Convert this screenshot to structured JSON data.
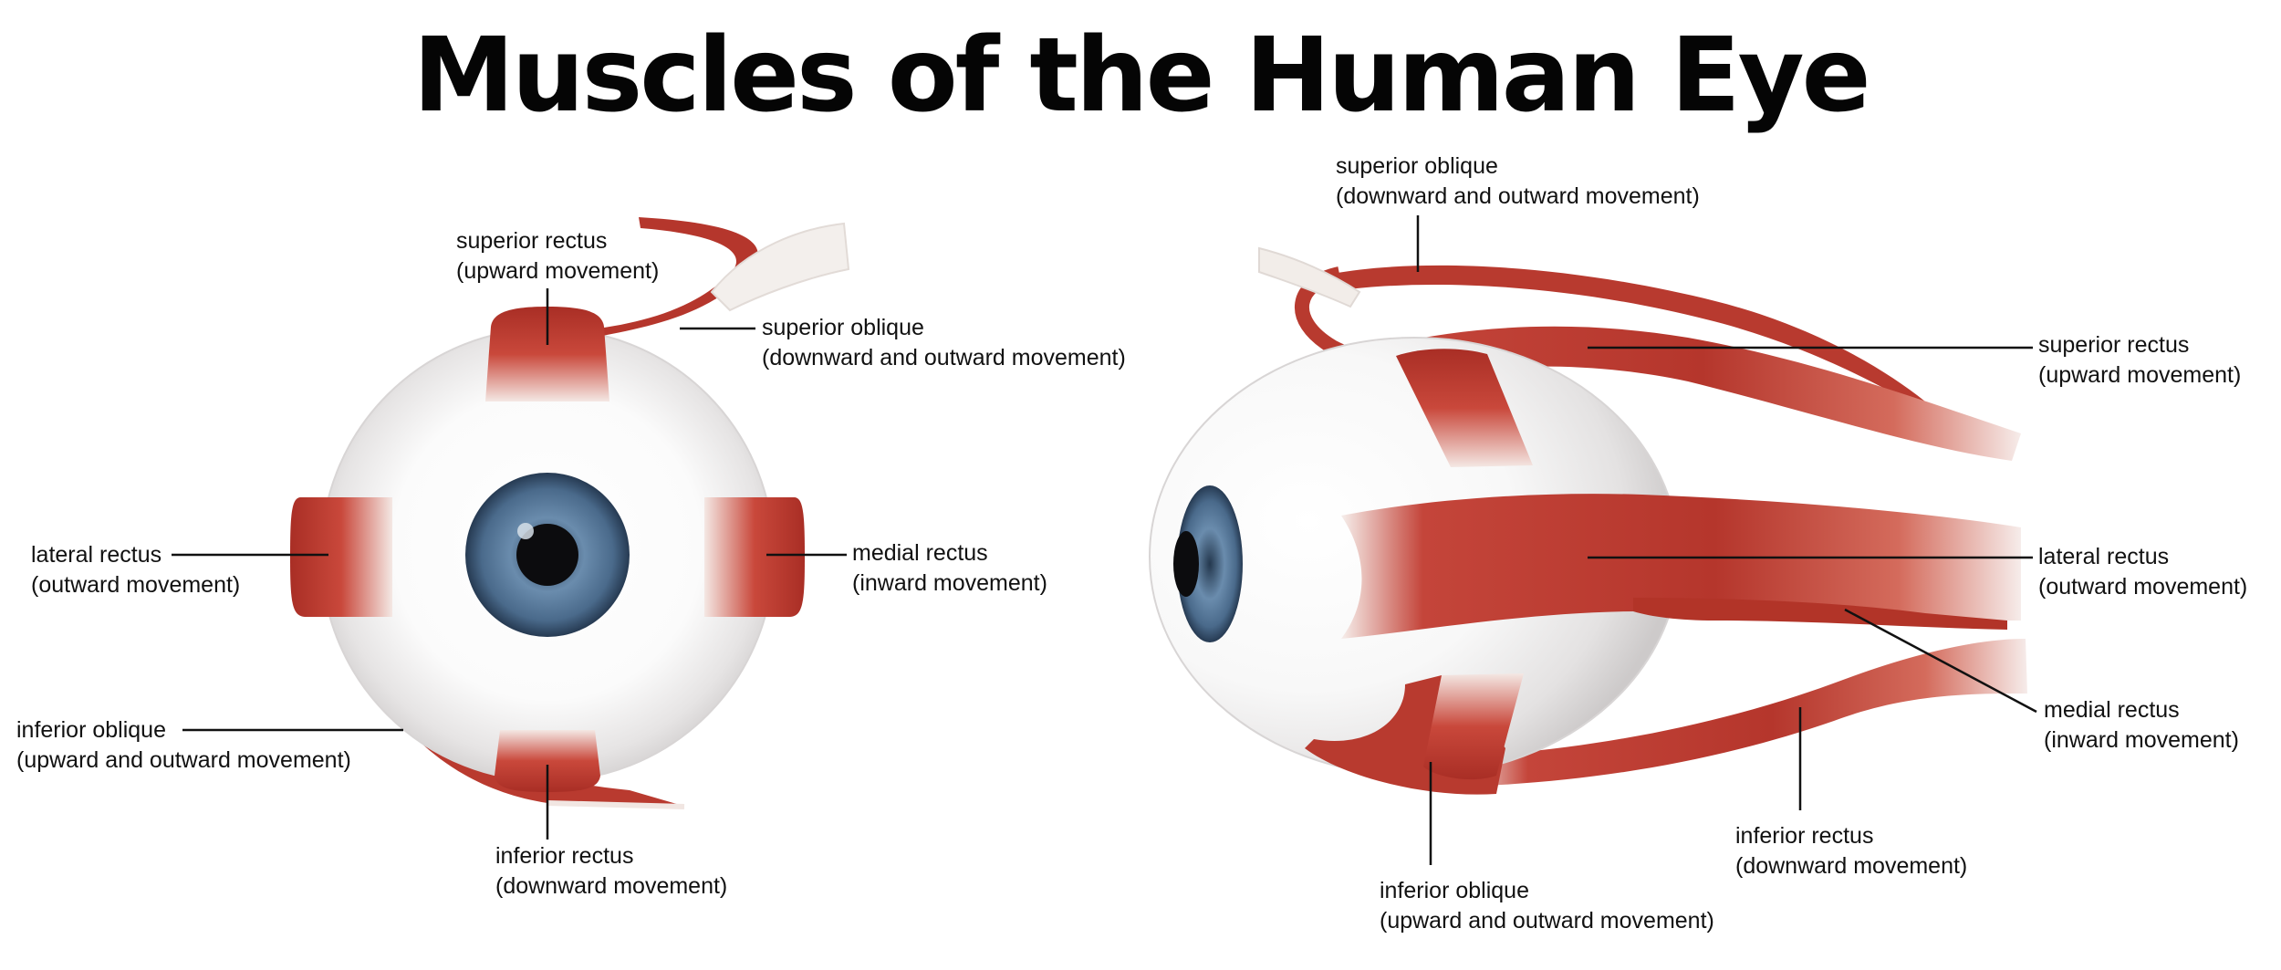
{
  "title": "Muscles of the Human Eye",
  "colors": {
    "muscle": "#b8372d",
    "muscle_light": "#d97a66",
    "tendon": "#f1ece8",
    "sclera": "#ececec",
    "iris": "#4e6e8e",
    "pupil": "#0c0c0e",
    "leader_line": "#111111"
  },
  "front_view": {
    "labels": [
      {
        "name": "superior rectus",
        "action": "(upward movement)"
      },
      {
        "name": "superior oblique",
        "action": "(downward and outward movement)"
      },
      {
        "name": "lateral rectus",
        "action": "(outward movement)"
      },
      {
        "name": "medial rectus",
        "action": "(inward movement)"
      },
      {
        "name": "inferior oblique",
        "action": "(upward and outward movement)"
      },
      {
        "name": "inferior rectus",
        "action": "(downward movement)"
      }
    ]
  },
  "side_view": {
    "labels": [
      {
        "name": "superior oblique",
        "action": "(downward and outward movement)"
      },
      {
        "name": "superior rectus",
        "action": "(upward movement)"
      },
      {
        "name": "lateral rectus",
        "action": "(outward movement)"
      },
      {
        "name": "medial rectus",
        "action": "(inward movement)"
      },
      {
        "name": "inferior rectus",
        "action": "(downward movement)"
      },
      {
        "name": "inferior oblique",
        "action": "(upward and outward movement)"
      }
    ]
  }
}
